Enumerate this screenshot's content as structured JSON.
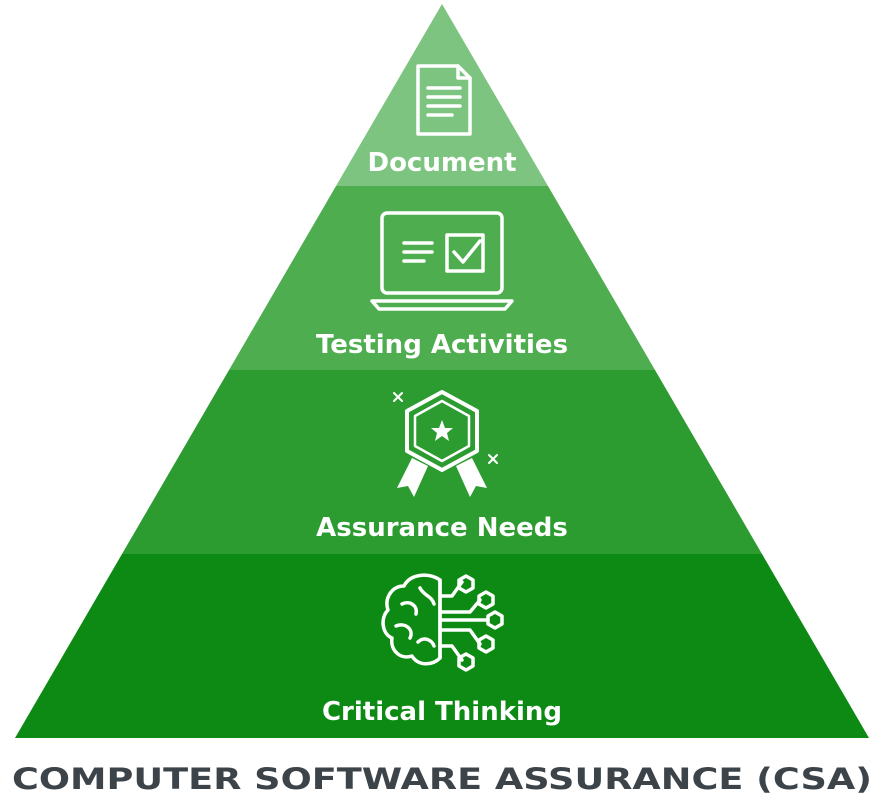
{
  "tiers": [
    {
      "label": "Document",
      "icon": "document-icon",
      "color": "#7cc47f"
    },
    {
      "label": "Testing Activities",
      "icon": "laptop-checklist-icon",
      "color": "#4ead4f"
    },
    {
      "label": "Assurance Needs",
      "icon": "award-badge-icon",
      "color": "#2c9b30"
    },
    {
      "label": "Critical Thinking",
      "icon": "brain-circuit-icon",
      "color": "#0c8a13"
    }
  ],
  "caption": "COMPUTER SOFTWARE ASSURANCE (CSA)",
  "colors": {
    "caption_text": "#3d4449",
    "icon_stroke": "#ffffff"
  }
}
